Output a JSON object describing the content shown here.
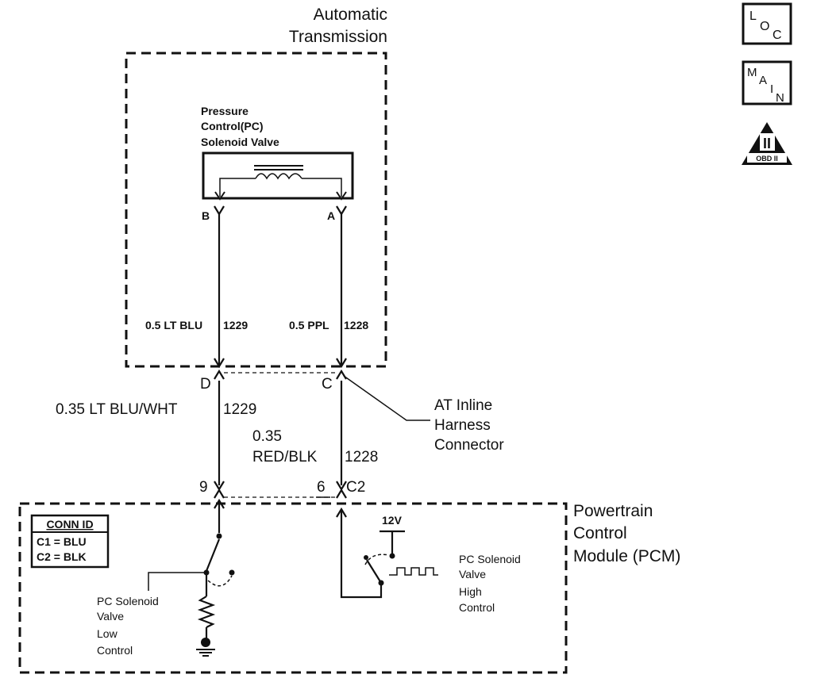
{
  "transmission": {
    "title_line1": "Automatic",
    "title_line2": "Transmission",
    "solenoid_line1": "Pressure",
    "solenoid_line2": "Control(PC)",
    "solenoid_line3": "Solenoid Valve",
    "pin_b": "B",
    "pin_a": "A",
    "wire_left": "0.5 LT BLU",
    "wire_left_circuit": "1229",
    "wire_right": "0.5 PPL",
    "wire_right_circuit": "1228"
  },
  "inline_connector": {
    "pin_d": "D",
    "pin_c": "C",
    "label_line1": "AT Inline",
    "label_line2": "Harness",
    "label_line3": "Connector"
  },
  "harness": {
    "wire_left": "0.35 LT BLU/WHT",
    "wire_left_circuit": "1229",
    "wire_right_line1": "0.35",
    "wire_right_line2": "RED/BLK",
    "wire_right_circuit": "1228",
    "pin_9": "9",
    "pin_6": "6",
    "connector_c2": "C2"
  },
  "pcm": {
    "title_line1": "Powertrain",
    "title_line2": "Control",
    "title_line3": "Module (PCM)",
    "conn_id_header": "CONN ID",
    "conn_id_c1": "C1 = BLU",
    "conn_id_c2": "C2 = BLK",
    "low_line1": "PC Solenoid",
    "low_line2": "Valve",
    "low_line3": "Low",
    "low_line4": "Control",
    "high_line1": "PC Solenoid",
    "high_line2": "Valve",
    "high_line3": "High",
    "high_line4": "Control",
    "voltage": "12V"
  },
  "side_icons": {
    "loc_l": "L",
    "loc_o": "O",
    "loc_c": "C",
    "main_m": "M",
    "main_a": "A",
    "main_i": "I",
    "main_n": "N",
    "obd_numeral": "II",
    "obd_text": "OBD II"
  }
}
